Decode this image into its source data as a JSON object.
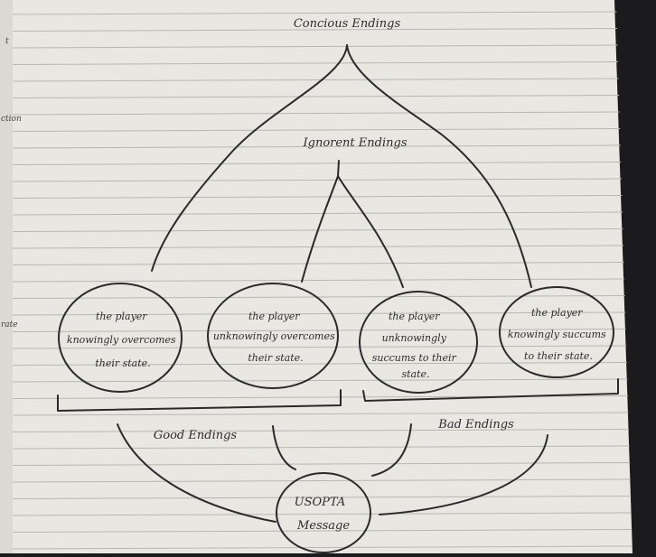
{
  "diagram": {
    "top_label": "Concious Endings",
    "mid_label": "Ignorent Endings",
    "nodes": [
      {
        "lines": [
          "the player",
          "knowingly overcomes",
          "their state."
        ]
      },
      {
        "lines": [
          "the player",
          "unknowingly overcomes",
          "their state."
        ]
      },
      {
        "lines": [
          "the player",
          "unknowingly",
          "succums to their",
          "state."
        ]
      },
      {
        "lines": [
          "the player",
          "knowingly succums",
          "to their state."
        ]
      }
    ],
    "good_label": "Good Endings",
    "bad_label": "Bad Endings",
    "bottom_node": {
      "lines": [
        "USOPTA",
        "Message"
      ]
    }
  },
  "margin_notes": [
    "t",
    "ction",
    "rate"
  ]
}
